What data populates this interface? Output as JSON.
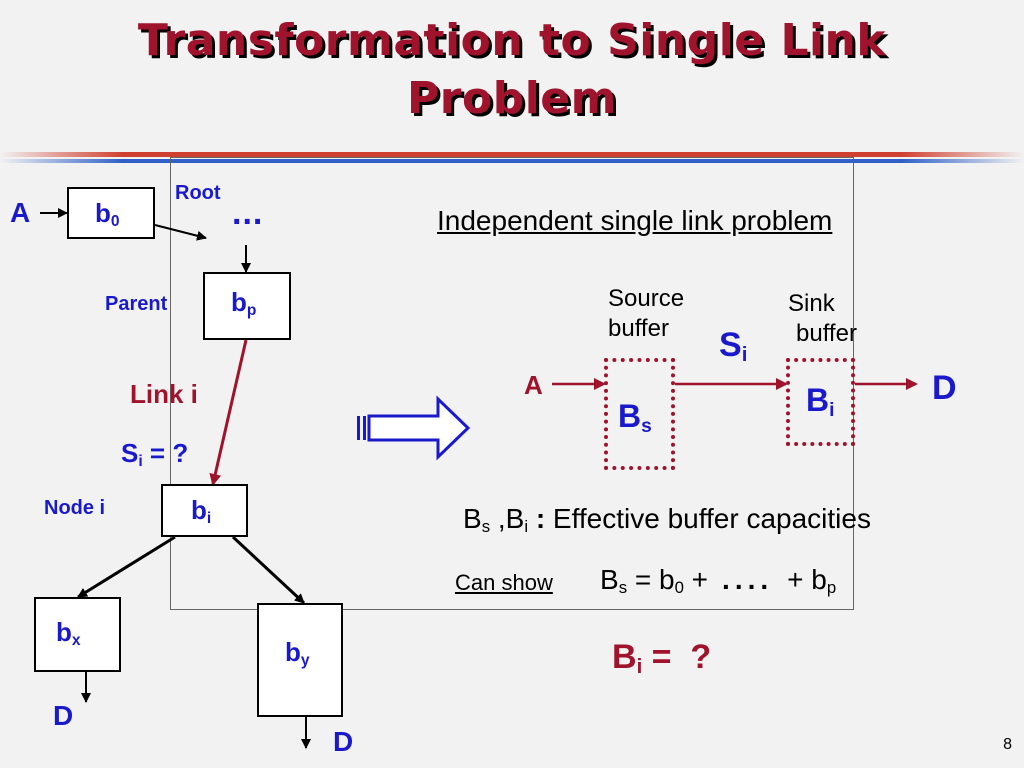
{
  "title_line1": "Transformation to Single Link",
  "title_line2": "Problem",
  "left": {
    "A": "A",
    "b0_base": "b",
    "b0_sub": "0",
    "root": "Root",
    "dots": "...",
    "parent": "Parent",
    "bp_base": "b",
    "bp_sub": "p",
    "link": "Link i",
    "si_base": "S",
    "si_sub": "i",
    "si_tail": " = ?",
    "node": "Node i",
    "bi_base": "b",
    "bi_sub": "i",
    "bx_base": "b",
    "bx_sub": "x",
    "by_base": "b",
    "by_sub": "y",
    "D1": "D",
    "D2": "D"
  },
  "right": {
    "heading": "Independent single link problem",
    "source1": "Source",
    "source2": "buffer",
    "sink1": "Sink",
    "sink2": "buffer",
    "Si_base": "S",
    "Si_sub": "i",
    "A": "A",
    "D": "D",
    "Bs_base": "B",
    "Bs_sub": "s",
    "Bi_base": "B",
    "Bi_sub": "i",
    "cap_B1": "B",
    "cap_s": "s",
    "cap_comma": " ,B",
    "cap_i": "i",
    "cap_colon": " :",
    "cap_text": " Effective buffer capacities",
    "canshow": "Can show",
    "eq_B": "B",
    "eq_s": "s",
    "eq_mid": " = b",
    "eq_0": "0",
    "eq_plus": " +",
    "eq_dots": "....",
    "eq_plus2": "+ b",
    "eq_p": "p",
    "q_B": "B",
    "q_i": "i",
    "q_rest": " =  ?"
  },
  "page_number": "8"
}
